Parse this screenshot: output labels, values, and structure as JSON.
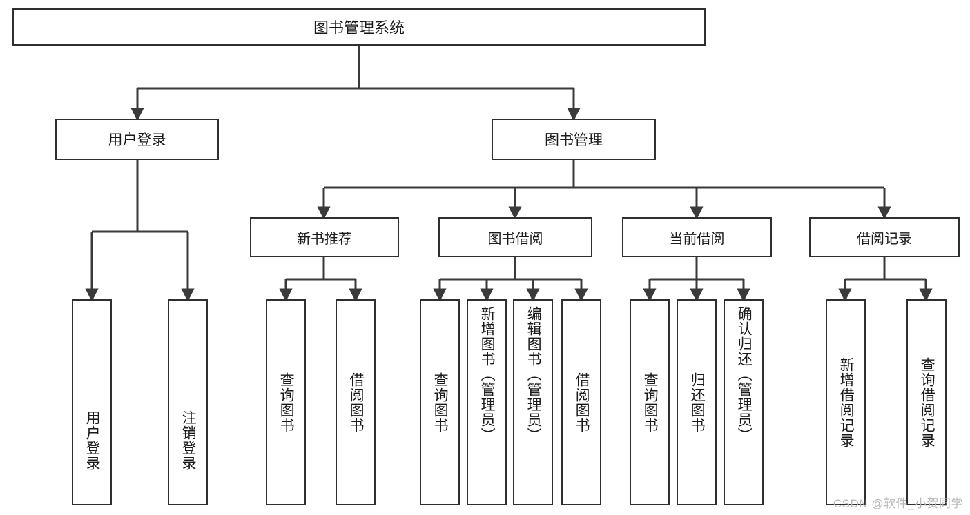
{
  "diagram": {
    "title": "图书管理系统",
    "type": "tree-hierarchy-diagram",
    "root": {
      "label": "图书管理系统"
    },
    "level1": [
      {
        "label": "用户登录"
      },
      {
        "label": "图书管理"
      }
    ],
    "level2": [
      {
        "label": "新书推荐"
      },
      {
        "label": "图书借阅"
      },
      {
        "label": "当前借阅"
      },
      {
        "label": "借阅记录"
      }
    ],
    "leaves": {
      "user_login": [
        {
          "label": "用户登录"
        },
        {
          "label": "注销登录"
        }
      ],
      "new_book_recommend": [
        {
          "label": "查询图书"
        },
        {
          "label": "借阅图书"
        }
      ],
      "book_borrow": [
        {
          "label": "查询图书"
        },
        {
          "label": "新增图书（管理员）"
        },
        {
          "label": "编辑图书（管理员）"
        },
        {
          "label": "借阅图书"
        }
      ],
      "current_borrow": [
        {
          "label": "查询图书"
        },
        {
          "label": "归还图书"
        },
        {
          "label": "确认归还（管理员）"
        }
      ],
      "borrow_record": [
        {
          "label": "新增借阅记录"
        },
        {
          "label": "查询借阅记录"
        }
      ]
    }
  },
  "watermark": {
    "text": "CSDN @软件_小贺同学"
  },
  "colors": {
    "box_border": "#2f2f2f",
    "box_fill": "#ffffff",
    "text": "#1a1a1a",
    "connector": "#3a3a3a",
    "watermark": "#b9b9b9"
  }
}
